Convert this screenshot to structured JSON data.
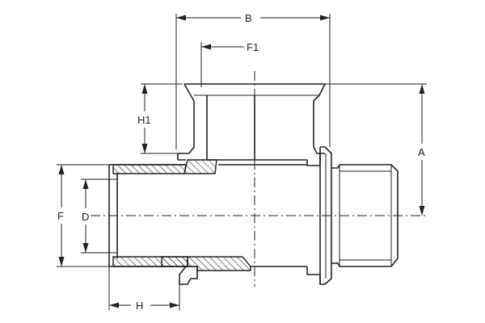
{
  "dimensions": {
    "b": "B",
    "f1": "F1",
    "h1": "H1",
    "a": "A",
    "f": "F",
    "d": "D",
    "h": "H"
  },
  "colors": {
    "line": "#222222",
    "background": "#ffffff"
  }
}
